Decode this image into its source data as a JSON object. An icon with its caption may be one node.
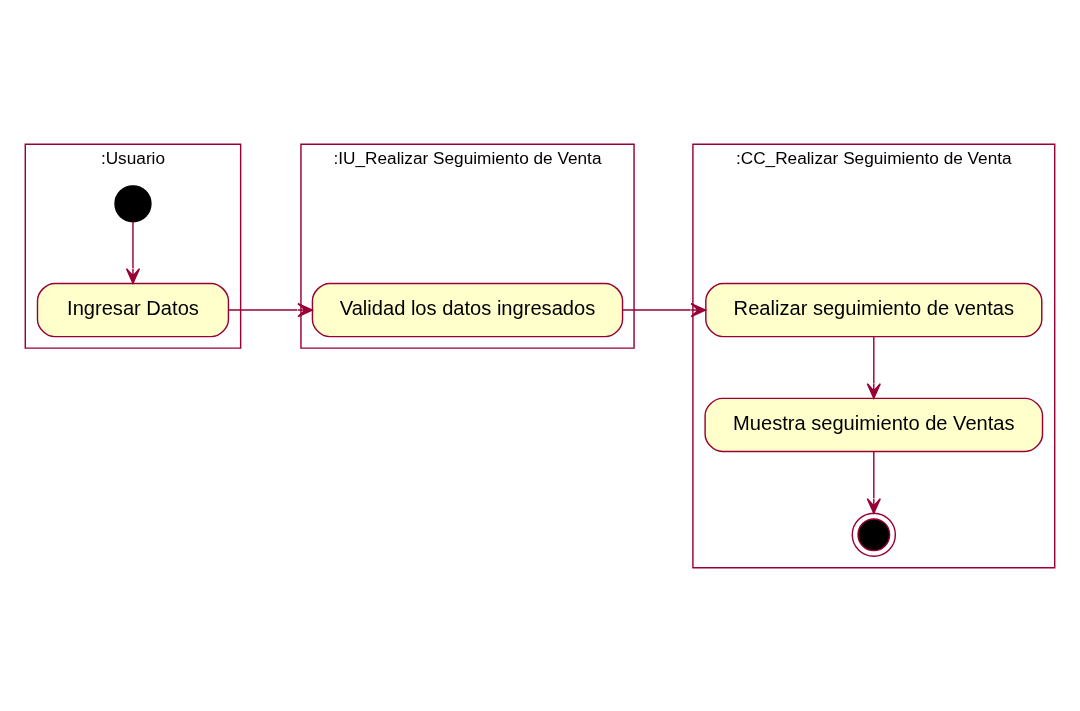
{
  "diagram": {
    "nodes": [
      {
        "text": [
          ":Usuario"
        ]
      },
      {
        "text": [
          ":IU_Realizar Seguimiento de Venta"
        ]
      },
      {
        "text": [
          ":CC_Realizar Seguimiento de Venta"
        ]
      },
      {
        "text": [],
        "shape": "circle",
        "in": 0
      },
      {
        "text": [
          "Ingresar Datos"
        ],
        "in": 0
      },
      {
        "text": [
          "Validad los datos ingresados"
        ],
        "in": 1
      },
      {
        "text": [
          "Realizar seguimiento de ventas"
        ],
        "in": 2
      },
      {
        "text": [
          "Muestra seguimiento de Ventas"
        ],
        "in": 2
      },
      {
        "text": [],
        "shape": "bullseye",
        "in": 2
      }
    ],
    "edges": [
      {
        "from": 3,
        "to": 4,
        "arrow": "to"
      },
      {
        "from": 4,
        "to": 5,
        "arrow": "to"
      },
      {
        "from": 5,
        "to": 6,
        "arrow": "to"
      },
      {
        "from": 6,
        "to": 7,
        "arrow": "to"
      },
      {
        "from": 7,
        "to": 8,
        "arrow": "to"
      }
    ]
  }
}
